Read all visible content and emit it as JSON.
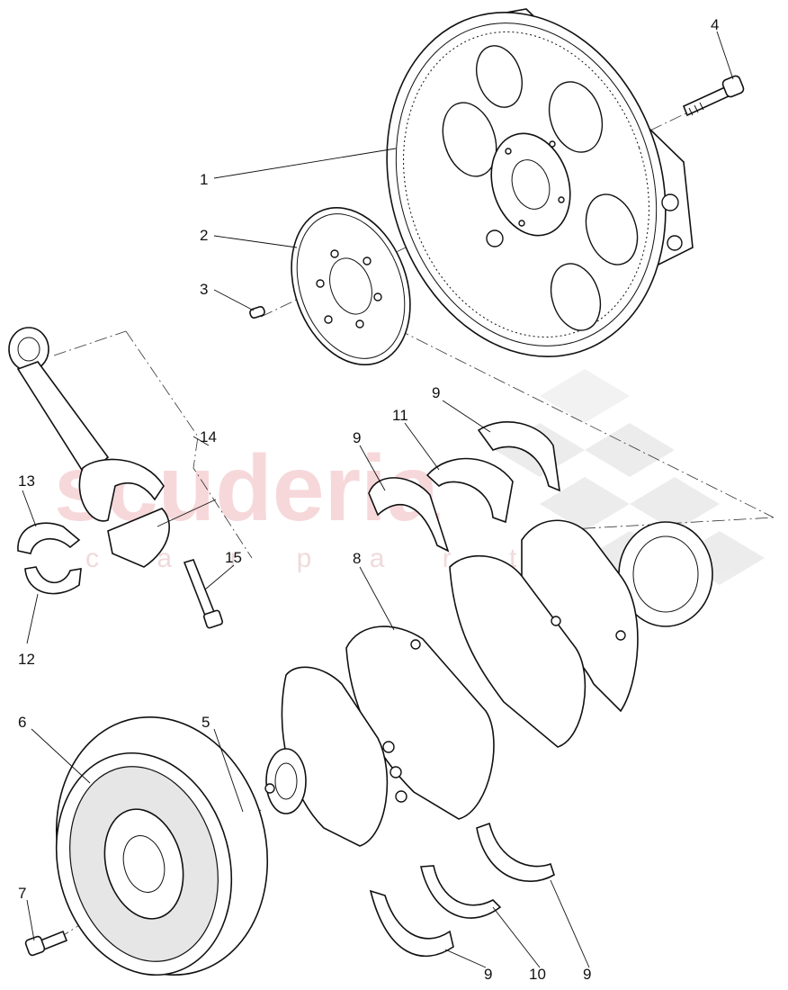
{
  "watermark": {
    "text": "scuderia",
    "subtext": "c a r p a r t"
  },
  "callouts": [
    {
      "id": "1",
      "label": "1"
    },
    {
      "id": "2",
      "label": "2"
    },
    {
      "id": "3",
      "label": "3"
    },
    {
      "id": "4",
      "label": "4"
    },
    {
      "id": "5",
      "label": "5"
    },
    {
      "id": "6",
      "label": "6"
    },
    {
      "id": "7",
      "label": "7"
    },
    {
      "id": "8",
      "label": "8"
    },
    {
      "id": "9a",
      "label": "9"
    },
    {
      "id": "9b",
      "label": "9"
    },
    {
      "id": "9c",
      "label": "9"
    },
    {
      "id": "9d",
      "label": "9"
    },
    {
      "id": "10",
      "label": "10"
    },
    {
      "id": "11",
      "label": "11"
    },
    {
      "id": "12",
      "label": "12"
    },
    {
      "id": "13",
      "label": "13"
    },
    {
      "id": "14",
      "label": "14"
    },
    {
      "id": "15",
      "label": "15"
    }
  ]
}
